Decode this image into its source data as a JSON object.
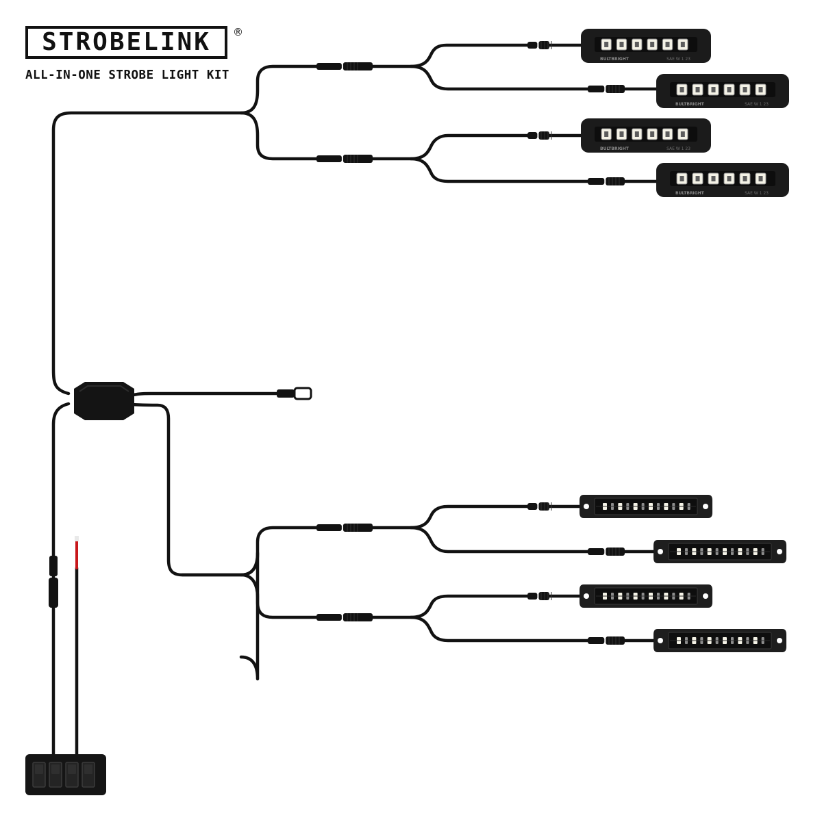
{
  "brand": {
    "name": "STROBELINK",
    "registered": "®",
    "tagline": "ALL-IN-ONE STROBE LIGHT KIT"
  },
  "light_marking": {
    "maker": "BULTBRIGHT",
    "code": "SAE W 1 23"
  },
  "colors": {
    "cable": "#121212",
    "housing": "#1b1b1b",
    "led": "#f4f2e6",
    "positive_wire": "#c8171b"
  },
  "components": {
    "upper_light_count": 4,
    "lower_light_count": 4,
    "leds_per_upper_light": 6,
    "switch_count": 4
  }
}
